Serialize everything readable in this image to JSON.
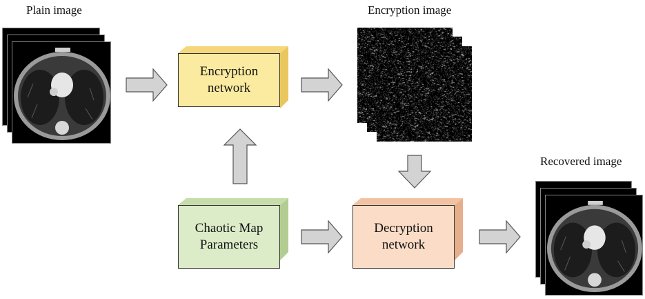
{
  "labels": {
    "plain": "Plain image",
    "encrypted": "Encryption image",
    "recovered": "Recovered image"
  },
  "boxes": {
    "encryption": {
      "line1": "Encryption",
      "line2": "network",
      "fill": "#FBEBA0",
      "top": "#F3D77A",
      "side": "#E9C75E"
    },
    "chaotic": {
      "line1": "Chaotic Map",
      "line2": "Parameters",
      "fill": "#DCEBC8",
      "top": "#C6DCAA",
      "side": "#B2CC92"
    },
    "decryption": {
      "line1": "Decryption",
      "line2": "network",
      "fill": "#FBDCC6",
      "top": "#F2C3A3",
      "side": "#E6AF8C"
    }
  },
  "colors": {
    "arrow_fill": "#D3D3D3",
    "arrow_stroke": "#555555"
  }
}
